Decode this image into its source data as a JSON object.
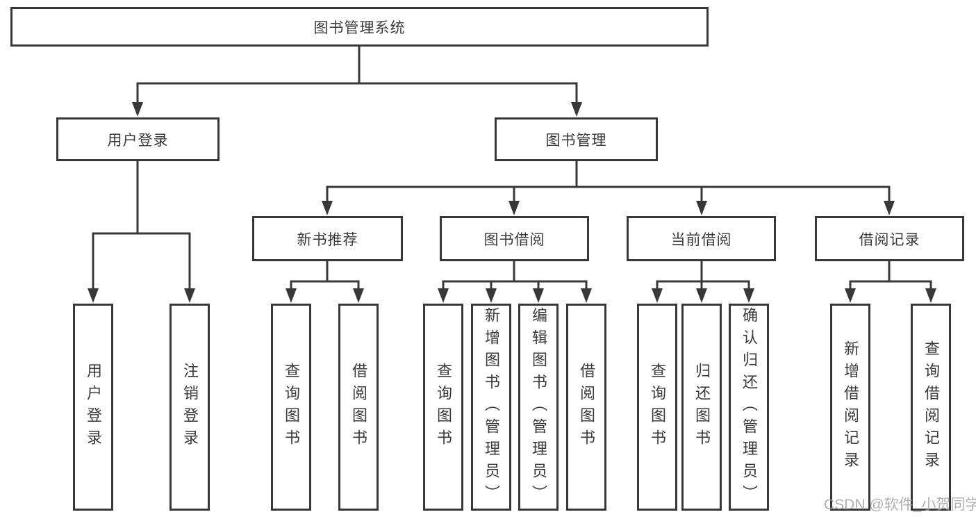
{
  "tree": {
    "root": {
      "label": "图书管理系统"
    },
    "branches": [
      {
        "label": "用户登录",
        "children": [
          {
            "label": "用户登录"
          },
          {
            "label": "注销登录"
          }
        ]
      },
      {
        "label": "图书管理",
        "children": [
          {
            "label": "新书推荐",
            "children": [
              {
                "label": "查询图书"
              },
              {
                "label": "借阅图书"
              }
            ]
          },
          {
            "label": "图书借阅",
            "children": [
              {
                "label": "查询图书"
              },
              {
                "label": "新增图书（管理员）"
              },
              {
                "label": "编辑图书（管理员）"
              },
              {
                "label": "借阅图书"
              }
            ]
          },
          {
            "label": "当前借阅",
            "children": [
              {
                "label": "查询图书"
              },
              {
                "label": "归还图书"
              },
              {
                "label": "确认归还（管理员）"
              }
            ]
          },
          {
            "label": "借阅记录",
            "children": [
              {
                "label": "新增借阅记录"
              },
              {
                "label": "查询借阅记录"
              }
            ]
          }
        ]
      }
    ]
  },
  "watermark": {
    "text": "CSDN @软件_小贺同学"
  },
  "colors": {
    "line": "#383838",
    "text": "#3a3a3a",
    "background": "#ffffff",
    "watermark": "#a3a3a3"
  }
}
